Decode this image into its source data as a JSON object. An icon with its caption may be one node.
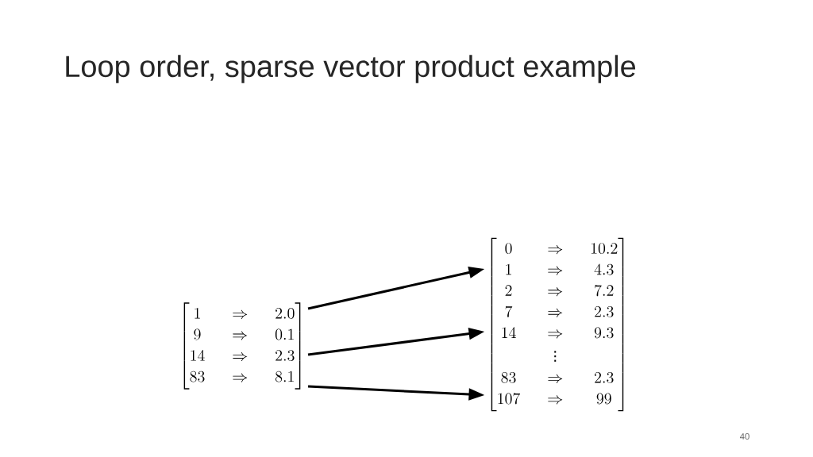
{
  "diagram": {
    "title": "Loop order, sparse vector product example",
    "nodes": [
      {
        "text": [
          "\\begin{bmatrix} 1 & \\Rightarrow & 2.0 \\\\ 9 & \\Rightarrow & 0.1 \\\\ 14 & \\Rightarrow & 2.3 \\\\ 83 & \\Rightarrow & 8.1 \\end{bmatrix}"
        ]
      },
      {
        "text": [
          "\\begin{bmatrix} 0 & \\Rightarrow & 10.2 \\\\ 1 & \\Rightarrow & 4.3 \\\\ 2 & \\Rightarrow & 7.2 \\\\ 7 & \\Rightarrow & 2.3 \\\\ 14 & \\Rightarrow & 9.3 \\\\ & \\vdots & \\\\ 83 & \\Rightarrow & 2.3 \\\\ 107 & \\Rightarrow & 99 \\end{bmatrix}"
        ]
      }
    ],
    "edges": [
      {
        "from": 0,
        "to": 1,
        "arrow": "to"
      },
      {
        "from": 0,
        "to": 1,
        "arrow": "to"
      },
      {
        "from": 0,
        "to": 1,
        "arrow": "to"
      }
    ],
    "labels": [
      "40"
    ]
  }
}
